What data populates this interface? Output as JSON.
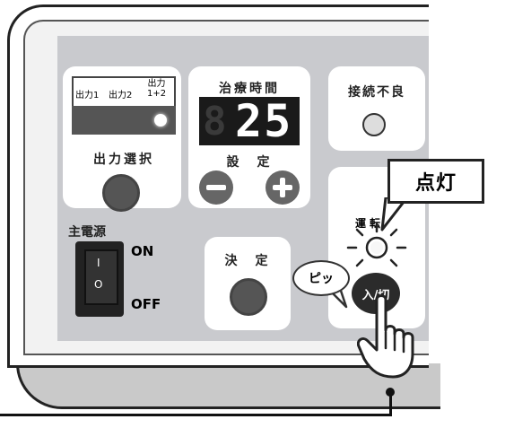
{
  "output_select": {
    "options": [
      "出力1",
      "出力2",
      "出力\n1+2"
    ],
    "label": "出力選択"
  },
  "treatment_time": {
    "label": "治療時間",
    "value": "25",
    "set_label": "設　定"
  },
  "connection_error": {
    "label": "接続不良"
  },
  "power": {
    "label": "主電源",
    "on": "ON",
    "off": "OFF",
    "switch_on_mark": "I",
    "switch_off_mark": "O"
  },
  "confirm": {
    "label": "決　定"
  },
  "run": {
    "label": "運転",
    "button_label": "入/切"
  },
  "callout": {
    "text": "点灯"
  },
  "sound_bubble": {
    "text": "ピッ"
  },
  "icons": [
    "minus-icon",
    "plus-icon",
    "hand-pointer-icon"
  ]
}
